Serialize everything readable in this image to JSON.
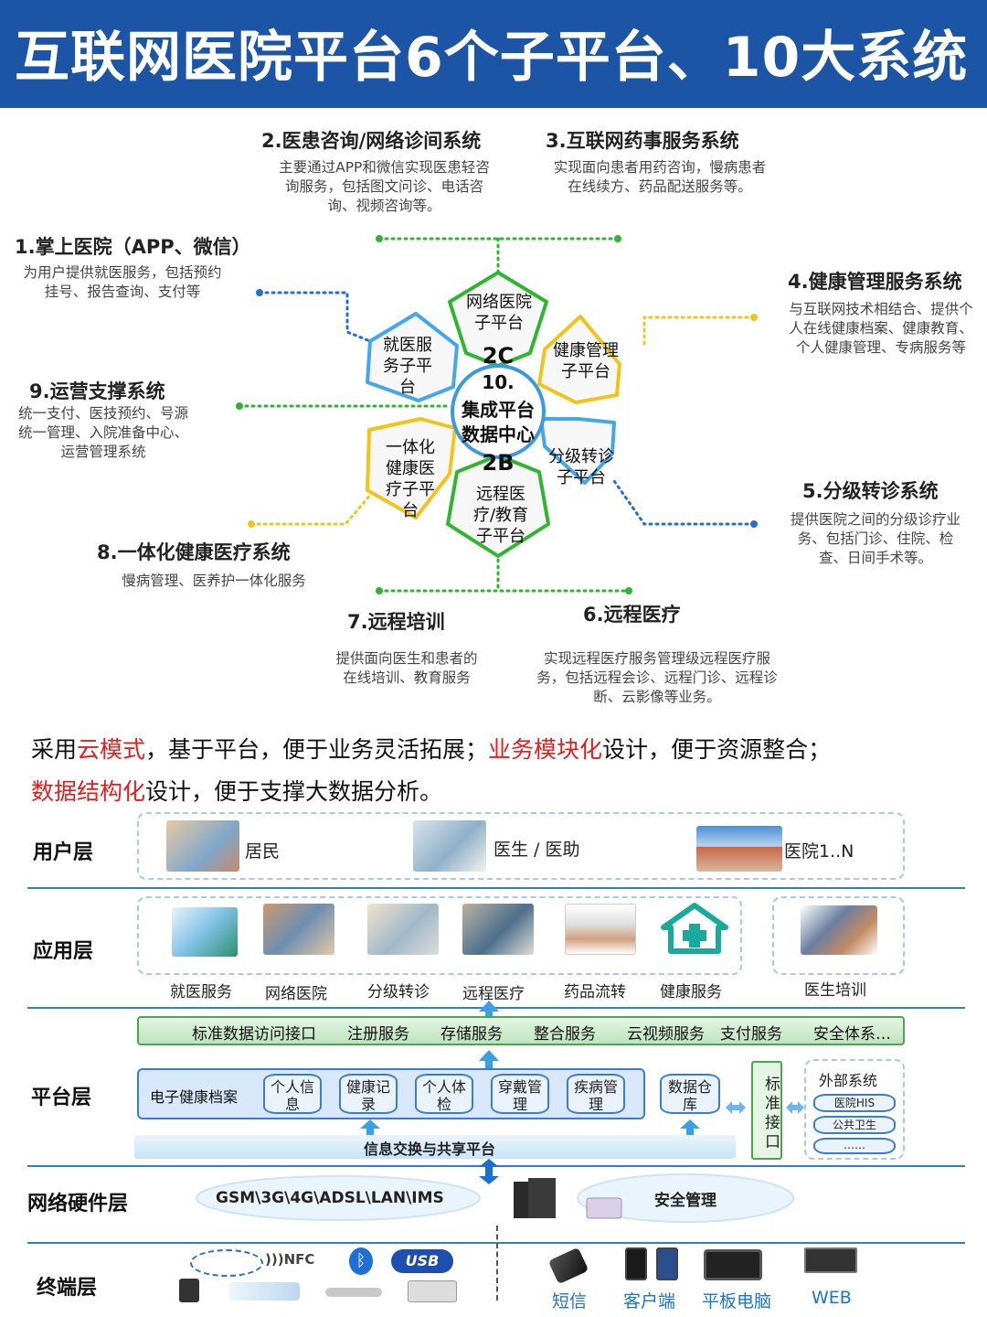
{
  "title": "互联网医院平台6个子平台、10大系统",
  "systems": {
    "s1": {
      "title": "1.掌上医院（APP、微信）",
      "desc": "为用户提供就医服务，包括预约挂号、报告查询、支付等"
    },
    "s2": {
      "title": "2.医患咨询/网络诊间系统",
      "desc": "主要通过APP和微信实现医患轻咨询服务，包括图文问诊、电话咨询、视频咨询等。"
    },
    "s3": {
      "title": "3.互联网药事服务系统",
      "desc": "实现面向患者用药咨询，慢病患者在线续方、药品配送服务等。"
    },
    "s4": {
      "title": "4.健康管理服务系统",
      "desc": "与互联网技术相结合、提供个人在线健康档案、健康教育、个人健康管理、专病服务等"
    },
    "s5": {
      "title": "5.分级转诊系统",
      "desc": "提供医院之间的分级诊疗业务、包括门诊、住院、检查、日间手术等。"
    },
    "s6": {
      "title": "6.远程医疗",
      "desc": "实现远程医疗服务管理级远程医疗服务，包括远程会诊、远程门诊、远程诊断、云影像等业务。"
    },
    "s7": {
      "title": "7.远程培训",
      "desc": "提供面向医生和患者的在线培训、教育服务"
    },
    "s8": {
      "title": "8.一体化健康医疗系统",
      "desc": "慢病管理、医养护一体化服务"
    },
    "s9": {
      "title": "9.运营支撑系统",
      "desc": "统一支付、医技预约、号源统一管理、入院准备中心、运营管理系统"
    }
  },
  "petals": {
    "p1": "网络医院子平台",
    "p2": "健康管理子平台",
    "p3": "分级转诊子平台",
    "p4": "远程医疗/教育子平台",
    "p5": "一体化健康医疗子平台",
    "p6": "就医服务子平台"
  },
  "hub": {
    "top": "2C",
    "num": "10.",
    "line1": "集成平台",
    "line2": "数据中心",
    "bottom": "2B"
  },
  "slogan": {
    "l1a": "采用",
    "l1b": "云模式",
    "l1c": "，基于平台，便于业务灵活拓展；",
    "l1d": "业务模块化",
    "l1e": "设计，便于资源整合；",
    "l2a": "数据结构化",
    "l2b": "设计，便于支撑大数据分析。"
  },
  "layers": {
    "user": "用户层",
    "app": "应用层",
    "platform": "平台层",
    "network": "网络硬件层",
    "terminal": "终端层"
  },
  "users": [
    "居民",
    "医生 / 医助",
    "医院1..N"
  ],
  "apps": [
    "就医服务",
    "网络医院",
    "分级转诊",
    "远程医疗",
    "药品流转",
    "健康服务",
    "医生培训"
  ],
  "services": "标准数据访问接口　　注册服务　　存储服务　　整合服务　　云视频服务　支付服务　　安全体系…",
  "platform": {
    "ehr": "电子健康档案",
    "cyl": [
      "个人信息",
      "健康记录",
      "个人体检",
      "穿戴管理",
      "疾病管理"
    ],
    "warehouse": "数据仓库",
    "std": "标准接口",
    "external": "外部系统",
    "ext_items": [
      "医院HIS",
      "公共卫生",
      "……"
    ],
    "exchange": "信息交换与共享平台"
  },
  "network": {
    "links": "GSM\\3G\\4G\\ADSL\\LAN\\IMS",
    "security": "安全管理"
  },
  "terminal": {
    "nfc": "NFC",
    "usb": "USB",
    "devices": [
      "短信",
      "客户端",
      "平板电脑",
      "WEB"
    ]
  },
  "colors": {
    "title_bg": "#1c55a6",
    "green": "#2fb52f",
    "yellow": "#f0c419",
    "blue": "#1f6fd6",
    "red": "#e02020"
  }
}
